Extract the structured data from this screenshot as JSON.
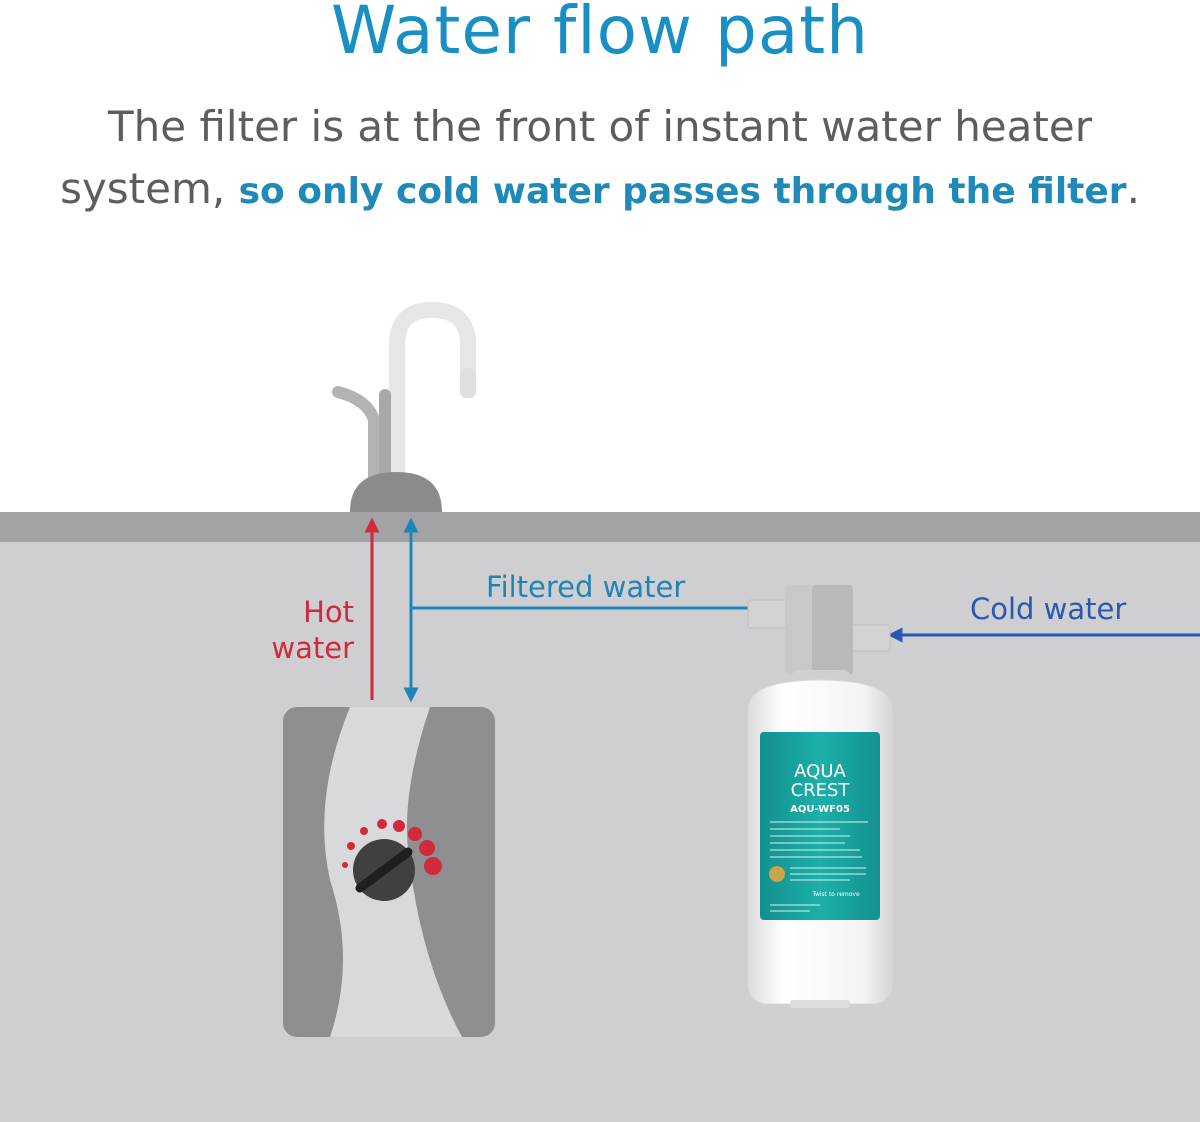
{
  "header": {
    "title": "Water flow path",
    "subtitle_plain": "The filter is at the front of instant water heater system, ",
    "subtitle_highlight": "so only cold water passes through the filter",
    "subtitle_end": "."
  },
  "labels": {
    "hot_line1": "Hot",
    "hot_line2": "water",
    "filtered": "Filtered water",
    "cold": "Cold water"
  },
  "filter": {
    "brand_line1": "AQUA",
    "brand_line2": "CREST",
    "model": "AQU-WF05",
    "twist_note": "Twist to remove"
  },
  "colors": {
    "title": "#1a8fc4",
    "hot": "#d12a3a",
    "filtered": "#1f84b6",
    "cold": "#2a58b0",
    "counter": "#a3a3a5",
    "cabinet": "#cfcfd1",
    "filter_label": "#1aa5a1"
  }
}
